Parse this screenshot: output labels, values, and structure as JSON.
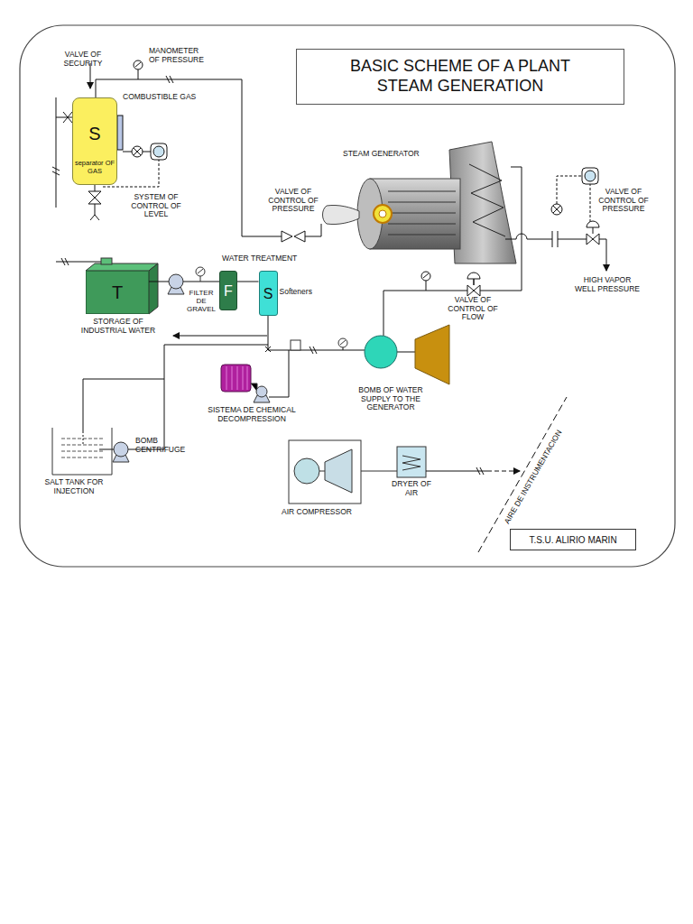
{
  "diagram": {
    "title": "BASIC SCHEME OF A PLANT STEAM GENERATION",
    "nodes": [
      {
        "text": [
          "S",
          "separator OF GAS"
        ]
      },
      {
        "text": [
          "T",
          "STORAGE OF INDUSTRIAL WATER"
        ]
      },
      {
        "text": [
          "F",
          "FILTER DE GRAVEL"
        ]
      },
      {
        "text": [
          "S",
          "Softeners"
        ]
      },
      {
        "text": [
          "T.S.U. ALIRIO MARIN"
        ]
      }
    ],
    "edges": [
      {
        "from": 1,
        "to": 2,
        "arrow": "none"
      },
      {
        "from": 2,
        "to": 3,
        "arrow": "none"
      }
    ],
    "labels": [
      "VALVE OF SECURITY",
      "MANOMETER OF PRESSURE",
      "COMBUSTIBLE GAS",
      "SYSTEM OF CONTROL OF LEVEL",
      "STEAM GENERATOR",
      "VALVE OF CONTROL OF PRESSURE",
      "WATER TREATMENT",
      "VALVE OF CONTROL OF PRESSURE",
      "HIGH VAPOR WELL PRESSURE",
      "VALVE OF CONTROL OF FLOW",
      "BOMB OF WATER SUPPLY TO THE GENERATOR",
      "SISTEMA DE CHEMICAL DECOMPRESSION",
      "SALT TANK FOR INJECTION",
      "BOMB CENTRIFUGE",
      "AIR COMPRESSOR",
      "DRYER OF AIR",
      "AIRE DE INSTRUMENTACION"
    ]
  }
}
